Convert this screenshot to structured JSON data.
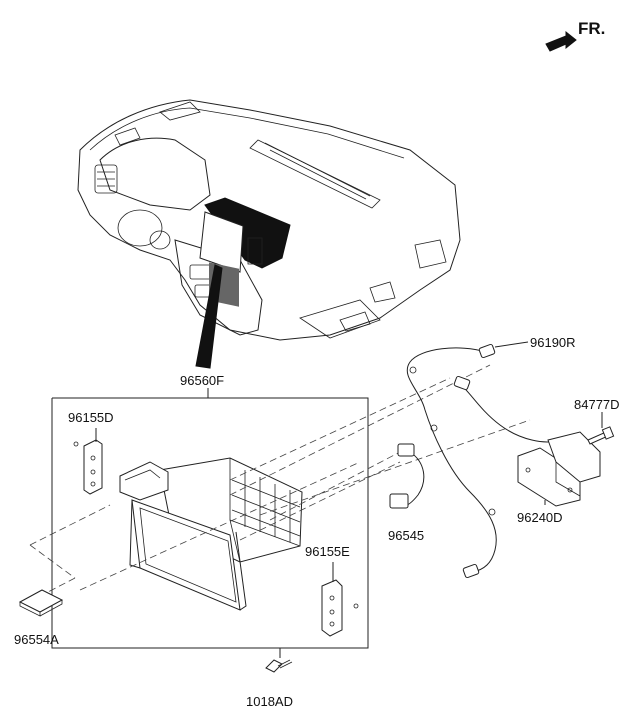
{
  "direction_label": "FR.",
  "parts": {
    "p96560F": "96560F",
    "p96155D": "96155D",
    "p96155E": "96155E",
    "p96554A": "96554A",
    "p1018AD": "1018AD",
    "p96190R": "96190R",
    "p84777D": "84777D",
    "p96545": "96545",
    "p96240D": "96240D"
  }
}
